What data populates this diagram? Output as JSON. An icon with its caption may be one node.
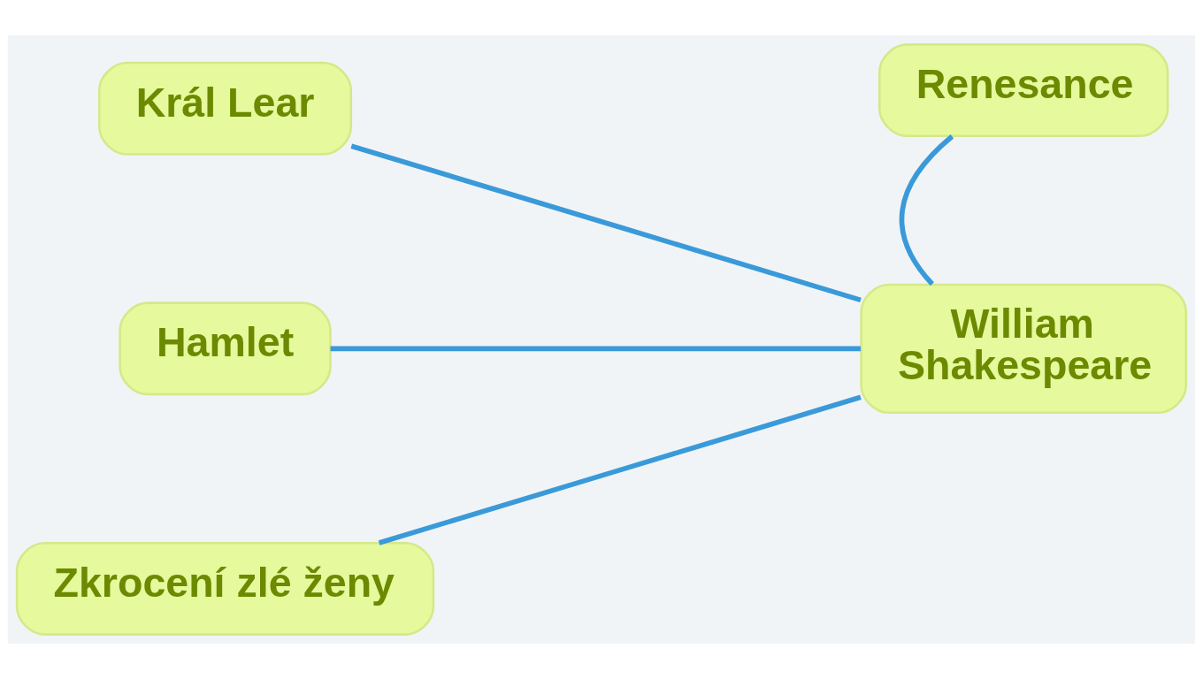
{
  "diagram": {
    "nodes": [
      {
        "text": [
          "Král Lear"
        ]
      },
      {
        "text": [
          "Renesance"
        ]
      },
      {
        "text": [
          "William Shakespeare"
        ]
      },
      {
        "text": [
          "Hamlet"
        ]
      },
      {
        "text": [
          "Zkrocení zlé ženy"
        ]
      }
    ],
    "edges": [
      {
        "from": 2,
        "to": 0,
        "arrow": "none"
      },
      {
        "from": 2,
        "to": 1,
        "arrow": "none"
      },
      {
        "from": 2,
        "to": 3,
        "arrow": "none"
      },
      {
        "from": 2,
        "to": 4,
        "arrow": "none"
      }
    ]
  }
}
